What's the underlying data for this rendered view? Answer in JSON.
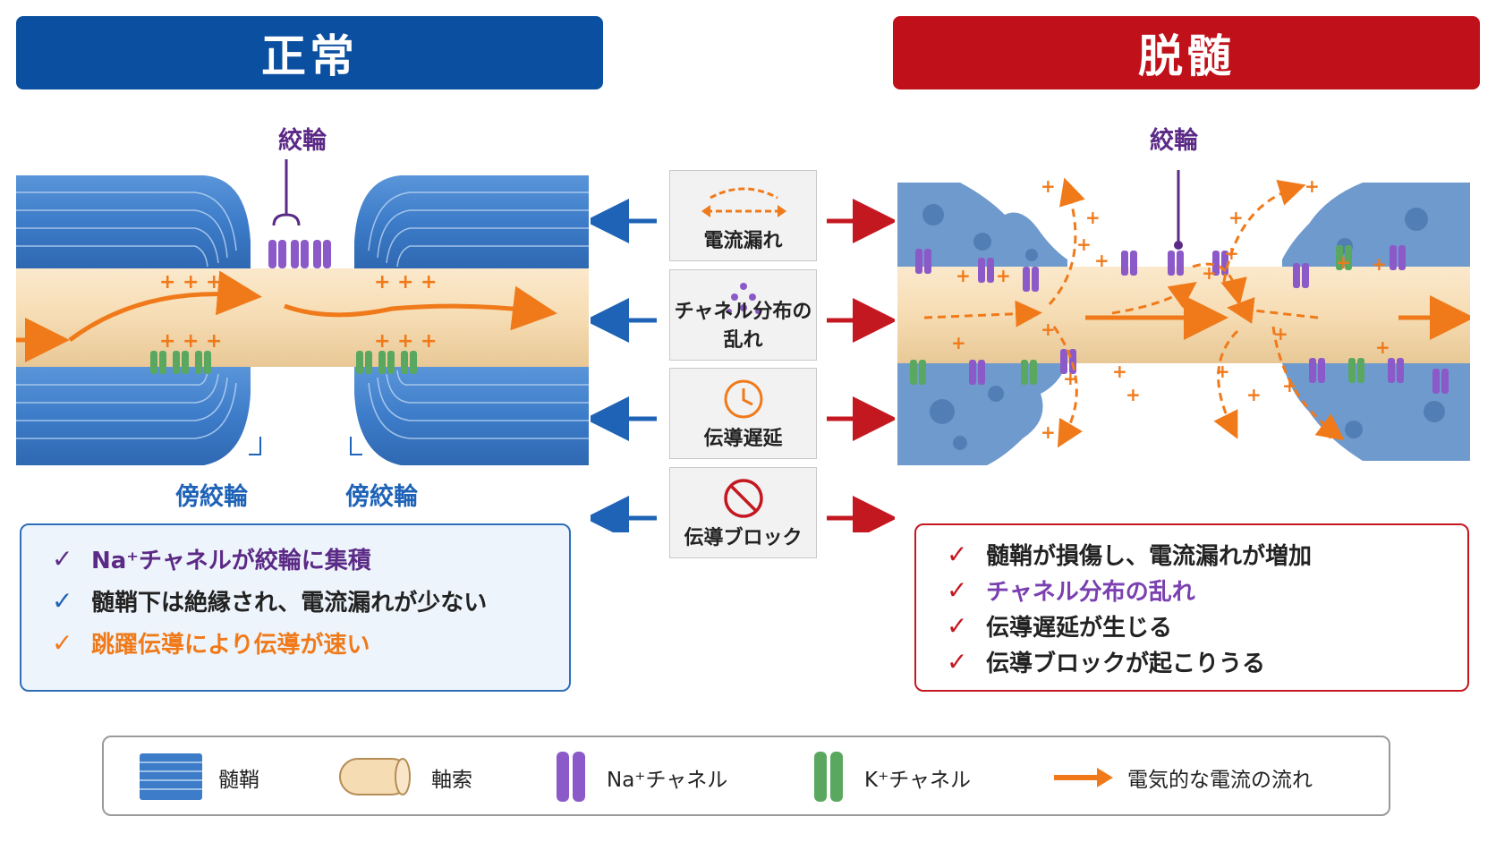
{
  "normal": {
    "title": "正常",
    "node_label": "絞輪",
    "paranode_left": "傍絞輪",
    "paranode_right": "傍絞輪",
    "info": [
      {
        "text": "Na⁺チャネルが絞輪に集積",
        "check_color": "#5b2a86"
      },
      {
        "text": "髄鞘下は絶縁され、電流漏れが少ない",
        "check_color": "#1f63b6"
      },
      {
        "text": "跳躍伝導により伝導が速い",
        "check_color": "#f07a1a"
      }
    ]
  },
  "demyelinated": {
    "title": "脱髄",
    "node_label": "絞輪",
    "info": [
      "髄鞘が損傷し、電流漏れが増加",
      "チャネル分布の乱れ",
      "伝導遅延が生じる",
      "伝導ブロックが起こりうる"
    ]
  },
  "effects": [
    {
      "label": "電流漏れ",
      "icon": "leak-arrows-icon"
    },
    {
      "label": "チャネル分布の乱れ",
      "icon": "scattered-dots-icon"
    },
    {
      "label": "伝導遅延",
      "icon": "clock-icon"
    },
    {
      "label": "伝導ブロック",
      "icon": "prohibited-icon"
    }
  ],
  "plus_sign": "+",
  "legend": {
    "myelin": "髄鞘",
    "axon": "軸索",
    "na_channel": "Na⁺チャネル",
    "k_channel": "K⁺チャネル",
    "current": "電気的な電流の流れ"
  },
  "colors": {
    "normal_header": "#0a4fa0",
    "demyelinated_header": "#c0101a",
    "myelin": "#3d7cc9",
    "axon": "#f6dcb3",
    "na_channel": "#8c5ac8",
    "k_channel": "#5aa860",
    "current": "#f07a1a",
    "left_arrow": "#1f63b6",
    "right_arrow": "#c41820"
  }
}
